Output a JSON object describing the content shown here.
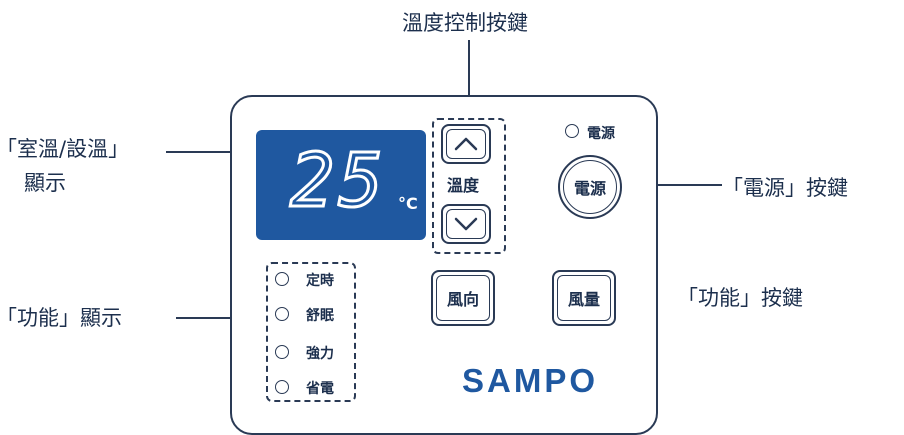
{
  "labels": {
    "temp_control": "溫度控制按鍵",
    "room_temp_line1": "「室溫/設溫」",
    "room_temp_line2": "顯示",
    "power_key": "「電源」按鍵",
    "function_key": "「功能」按鍵",
    "function_display": "「功能」顯示"
  },
  "display": {
    "temperature": "25",
    "unit": "°C"
  },
  "temp_buttons": {
    "label": "溫度"
  },
  "power": {
    "indicator_label": "電源",
    "button_label": "電源"
  },
  "buttons": {
    "swing": "風向",
    "fan_speed": "風量"
  },
  "function_leds": [
    {
      "label": "定時"
    },
    {
      "label": "舒眠"
    },
    {
      "label": "強力"
    },
    {
      "label": "省電"
    }
  ],
  "brand": "SAMPO",
  "colors": {
    "display_bg": "#1f58a0",
    "line": "#2a3a55",
    "text": "#1c2f4d"
  }
}
